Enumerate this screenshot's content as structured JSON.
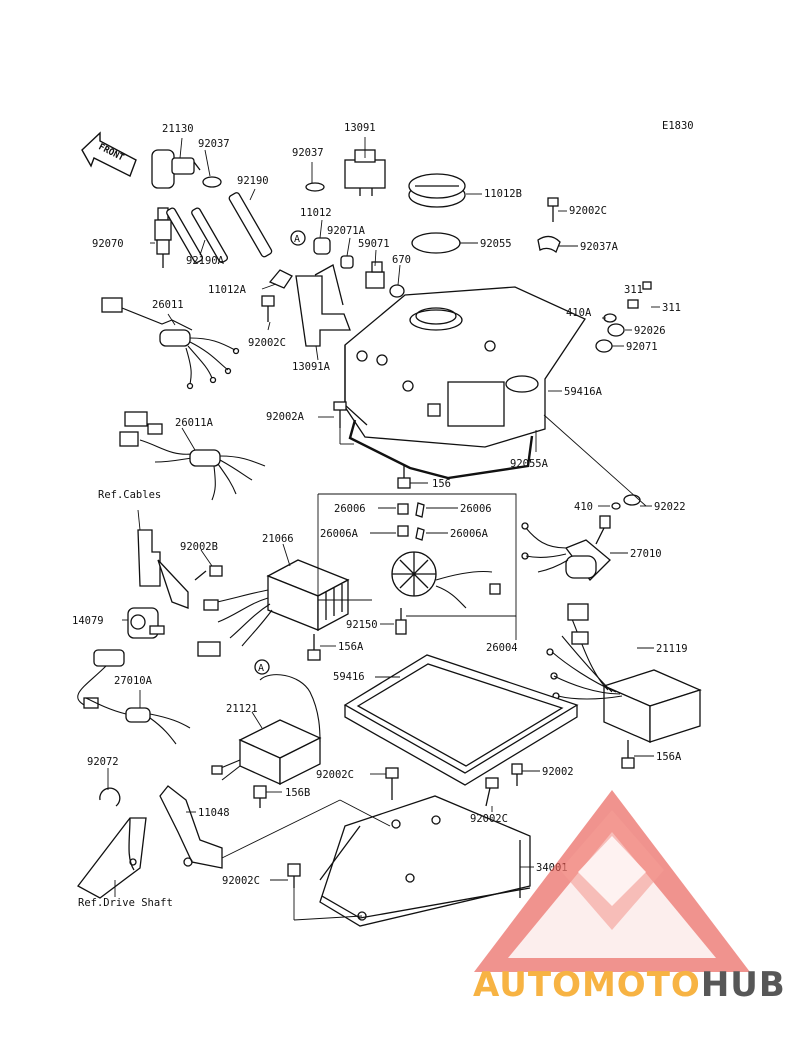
{
  "diagram_code": "E1830",
  "front_label": "FRONT",
  "callout_a": "A",
  "parts": {
    "p21130": "21130",
    "p92037_top": "92037",
    "p92037_mid": "92037",
    "p13091": "13091",
    "p92190": "92190",
    "p11012": "11012",
    "p11012B": "11012B",
    "p92002C_top": "92002C",
    "p92070": "92070",
    "p92190A": "92190A",
    "p92071A": "92071A",
    "p59071": "59071",
    "p92055": "92055",
    "p92037A": "92037A",
    "p670": "670",
    "p311_a": "311",
    "p311_b": "311",
    "p11012A": "11012A",
    "p26011": "26011",
    "p410A": "410A",
    "p92026": "92026",
    "p92002C_mid": "92002C",
    "p92071": "92071",
    "p13091A": "13091A",
    "p59416A": "59416A",
    "p92002A": "92002A",
    "p26011A": "26011A",
    "p92055A": "92055A",
    "p156_top": "156",
    "p26006_a": "26006",
    "p26006_b": "26006",
    "p410": "410",
    "p92022": "92022",
    "p26006A_a": "26006A",
    "p26006A_b": "26006A",
    "p92002B": "92002B",
    "p21066": "21066",
    "p27010": "27010",
    "p14079": "14079",
    "p92150": "92150",
    "p156A_mid": "156A",
    "p26004": "26004",
    "p21119": "21119",
    "p59416": "59416",
    "p27010A": "27010A",
    "p21121": "21121",
    "p156A_right": "156A",
    "p92072": "92072",
    "p92002C_low": "92002C",
    "p92002": "92002",
    "p156B": "156B",
    "p11048": "11048",
    "p92002C_low2": "92002C",
    "p34001": "34001",
    "p92002C_bottom": "92002C"
  },
  "refs": {
    "cables": "Ref.Cables",
    "drive_shaft": "Ref.Drive Shaft"
  },
  "watermark": {
    "part1": "AUTOMOTO",
    "part2": "HUB",
    "color_primary": "#f6a623",
    "color_secondary": "#e8574d",
    "color_dark": "#3a3a3a"
  }
}
